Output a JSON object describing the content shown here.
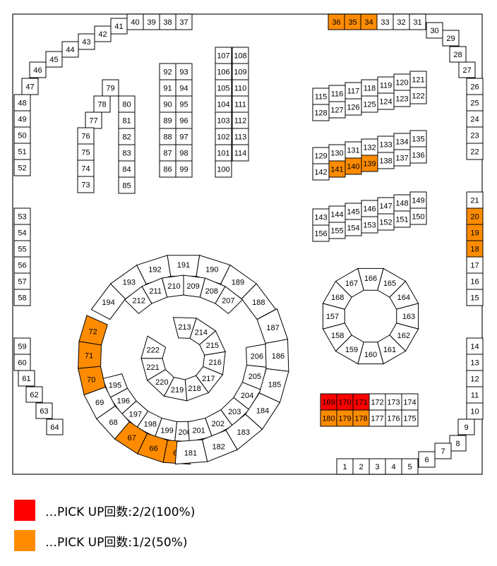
{
  "colors": {
    "full": "#ff0000",
    "half": "#ff8c00",
    "none": "#ffffff",
    "stroke": "#000000"
  },
  "highlights": {
    "full": [
      169,
      170,
      171
    ],
    "half": [
      34,
      35,
      36,
      18,
      19,
      20,
      65,
      66,
      67,
      70,
      71,
      72,
      139,
      140,
      141,
      178,
      179,
      180
    ]
  },
  "legend": [
    {
      "level": "full",
      "label": "…PICK UP回数:2/2(100%)"
    },
    {
      "level": "half",
      "label": "…PICK UP回数:1/2(50%)"
    }
  ]
}
